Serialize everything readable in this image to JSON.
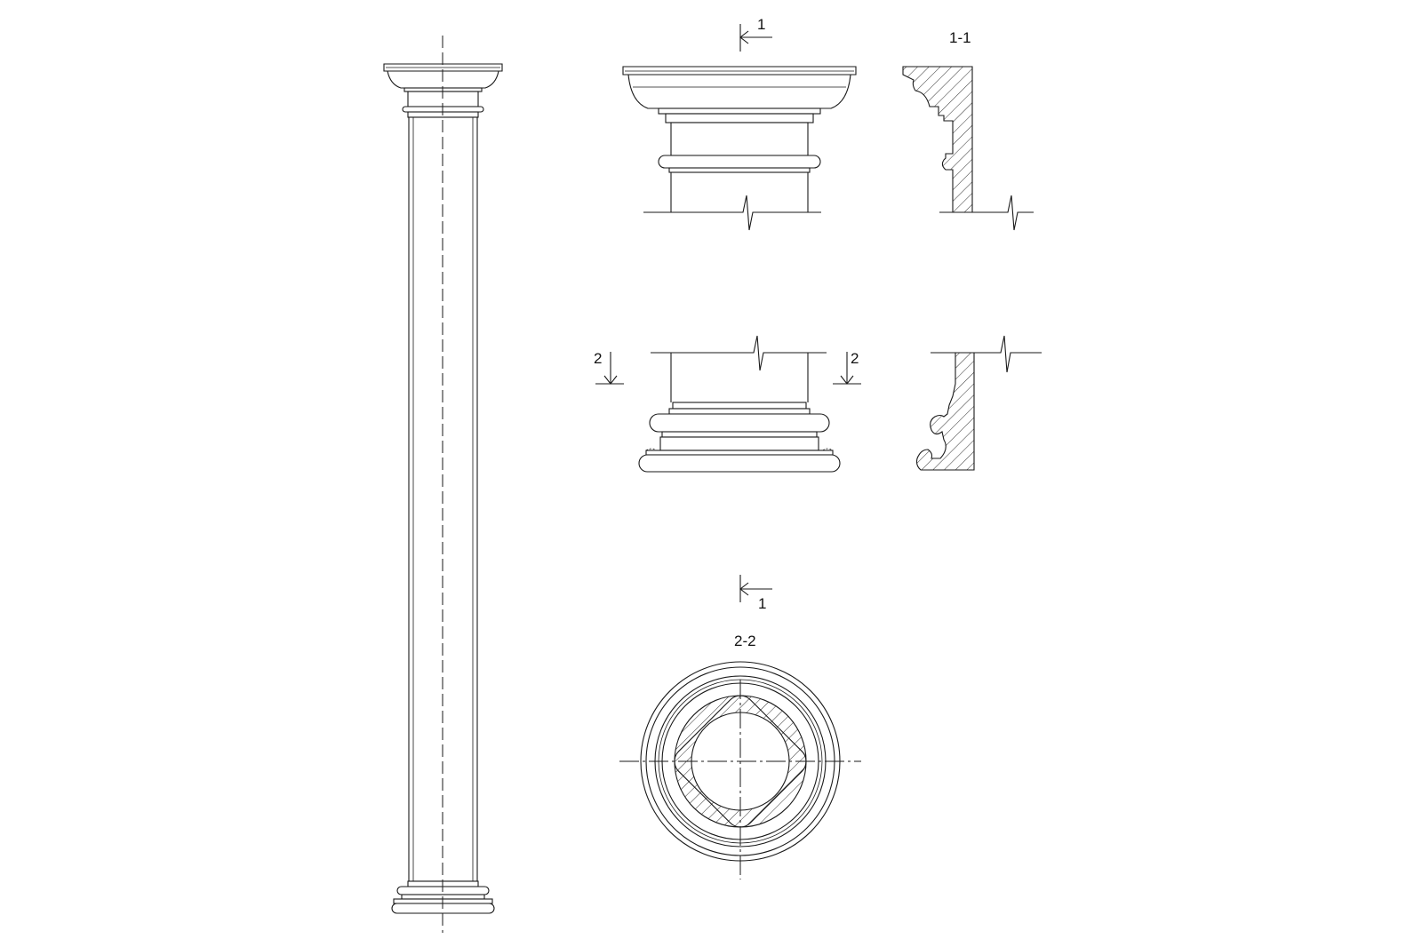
{
  "labels": {
    "section_1_1": "1-1",
    "section_2_2": "2-2",
    "cut_marker_1_top": "1",
    "cut_marker_1_bottom": "1",
    "cut_marker_2_left": "2",
    "cut_marker_2_right": "2"
  },
  "colors": {
    "line": "#1a1a1a",
    "background": "#ffffff"
  }
}
